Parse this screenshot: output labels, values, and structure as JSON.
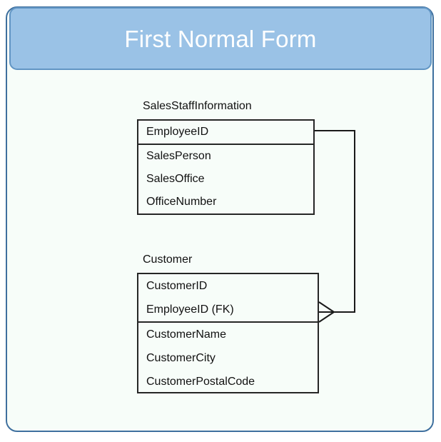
{
  "header": {
    "title": "First Normal Form",
    "background_color": "#9AC2E6",
    "border_color": "#6195C4",
    "text_color": "#FFFFFF"
  },
  "canvas": {
    "background_color": "#F7FDF9",
    "border_color": "#3E6F9E"
  },
  "diagram": {
    "type": "entity-relationship",
    "entities": [
      {
        "name": "SalesStaffInformation",
        "key_attributes": [
          "EmployeeID"
        ],
        "attributes": [
          "SalesPerson",
          "SalesOffice",
          "OfficeNumber"
        ]
      },
      {
        "name": "Customer",
        "key_attributes": [
          "CustomerID",
          "EmployeeID (FK)"
        ],
        "attributes": [
          "CustomerName",
          "CustomerCity",
          "CustomerPostalCode"
        ]
      }
    ],
    "relationships": [
      {
        "from_entity": "SalesStaffInformation",
        "from_attribute": "EmployeeID",
        "to_entity": "Customer",
        "to_attribute": "EmployeeID (FK)",
        "notation": "crows-foot",
        "cardinality": "one-to-many",
        "line_color": "#1A1A1A"
      }
    ]
  }
}
